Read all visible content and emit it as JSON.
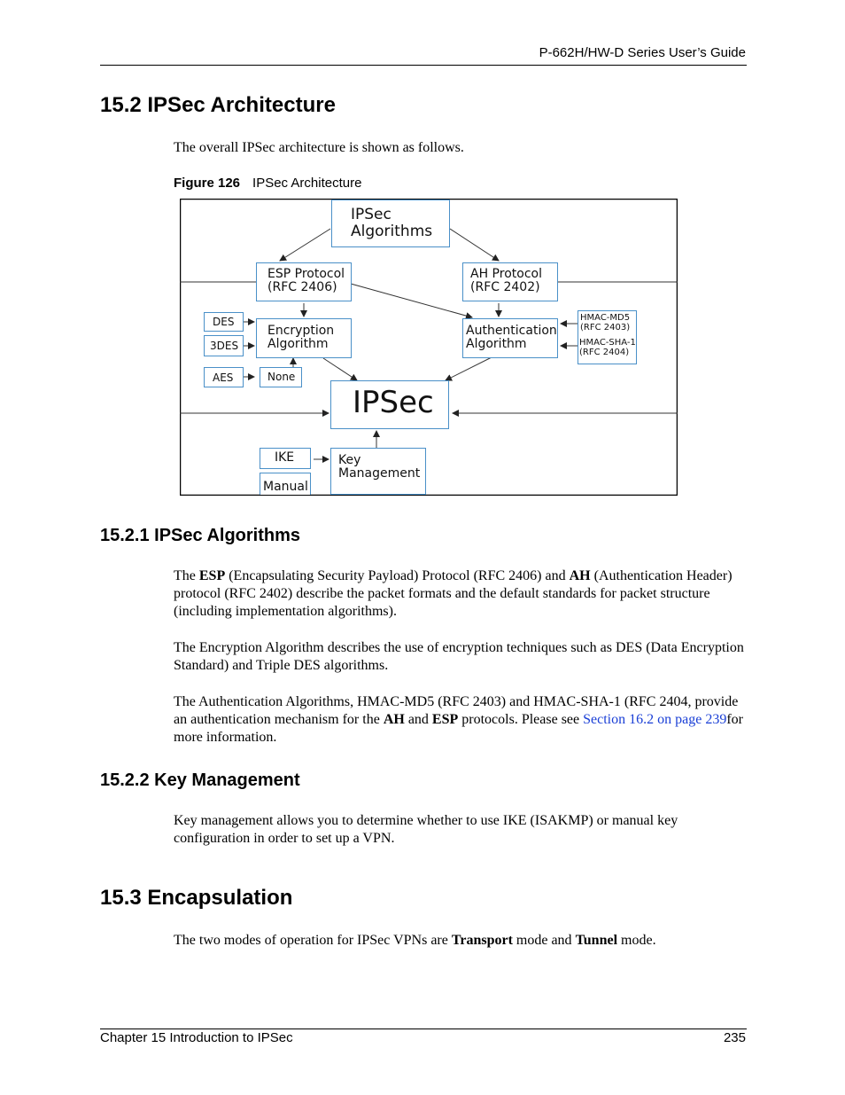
{
  "header": {
    "guide_title": "P-662H/HW-D Series User’s Guide"
  },
  "section_15_2": {
    "title": "15.2  IPSec Architecture",
    "intro": "The overall IPSec architecture is shown as follows.",
    "figure_label": "Figure 126",
    "figure_title": "IPSec Architecture"
  },
  "diagram": {
    "ipsec_algorithms": "IPSec\nAlgorithms",
    "esp_protocol": "ESP Protocol\n(RFC 2406)",
    "ah_protocol": "AH Protocol\n(RFC 2402)",
    "des": "DES",
    "three_des": "3DES",
    "aes": "AES",
    "encryption_algorithm": "Encryption\nAlgorithm",
    "none": "None",
    "authentication_algorithm": "Authentication\nAlgorithm",
    "hmac_md5": "HMAC-MD5\n(RFC 2403)",
    "hmac_sha1": "HMAC-SHA-1\n(RFC 2404)",
    "ipsec": "IPSec",
    "ike": "IKE",
    "manual": "Manual",
    "key_management": "Key\nManagement"
  },
  "section_15_2_1": {
    "title": "15.2.1  IPSec Algorithms",
    "p1_pre": "The ",
    "p1_esp": "ESP",
    "p1_mid": " (Encapsulating Security Payload) Protocol (RFC 2406) and ",
    "p1_ah": "AH",
    "p1_post": " (Authentication Header) protocol (RFC 2402) describe the packet formats and the default standards for packet structure (including implementation algorithms).",
    "p2": "The Encryption Algorithm describes the use of encryption techniques such as DES (Data Encryption Standard) and Triple DES algorithms.",
    "p3_pre": "The Authentication Algorithms, HMAC-MD5 (RFC 2403) and HMAC-SHA-1 (RFC 2404, provide an authentication mechanism for the ",
    "p3_ah": "AH",
    "p3_and": " and ",
    "p3_esp": "ESP",
    "p3_mid": " protocols. Please see ",
    "p3_link": "Section 16.2 on page 239",
    "p3_post": "for more information."
  },
  "section_15_2_2": {
    "title": "15.2.2  Key Management",
    "p1": "Key management allows you to determine whether to use IKE (ISAKMP) or manual key configuration in order to set up a VPN."
  },
  "section_15_3": {
    "title": "15.3  Encapsulation",
    "p1_pre": "The two modes of operation for IPSec VPNs are ",
    "p1_transport": "Transport",
    "p1_mid": " mode and ",
    "p1_tunnel": "Tunnel",
    "p1_post": " mode."
  },
  "footer": {
    "chapter": "Chapter 15 Introduction to IPSec",
    "page_number": "235"
  }
}
